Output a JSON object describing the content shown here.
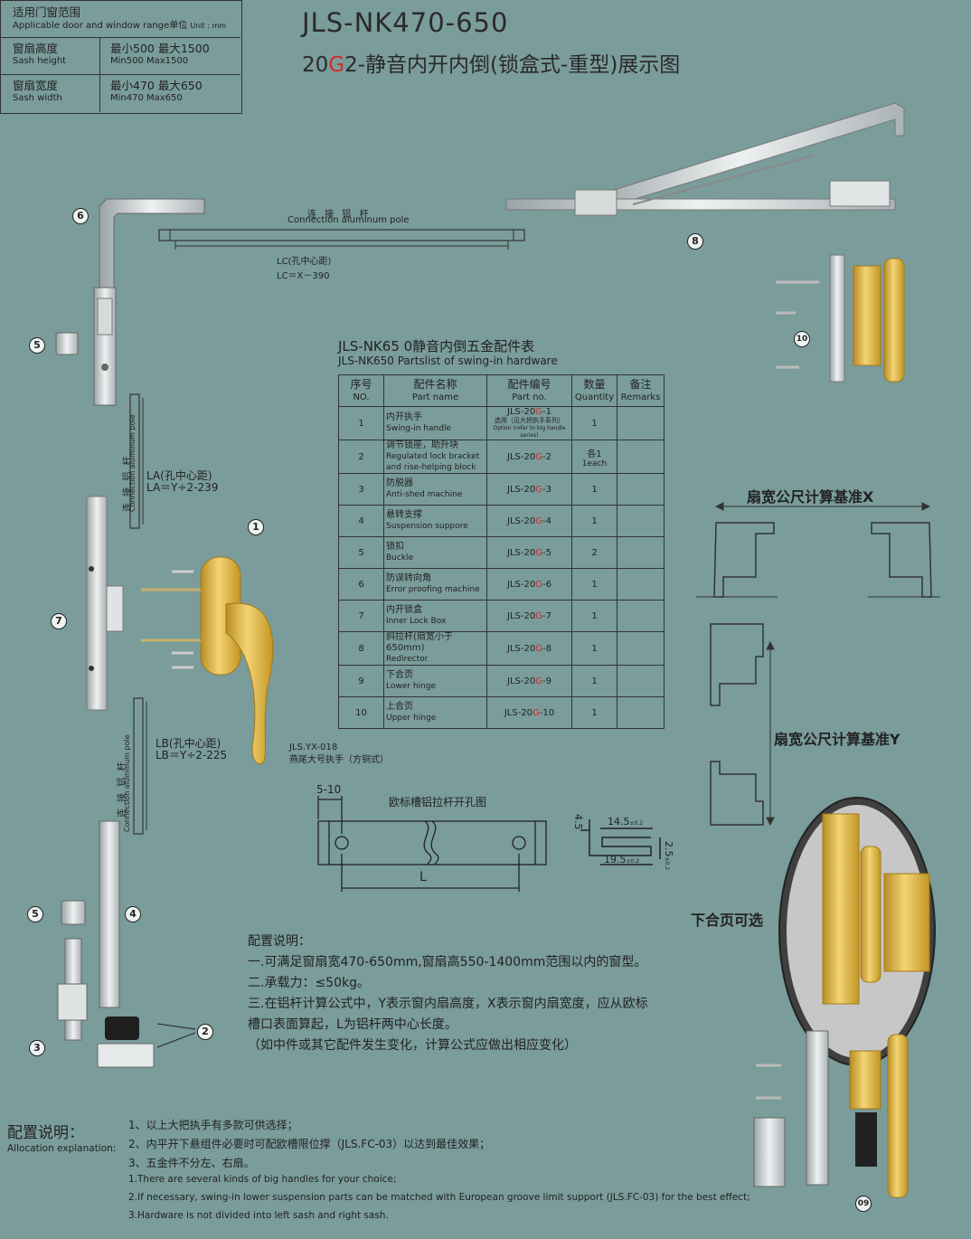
{
  "header": {
    "model": "JLS-NK470-650",
    "subtitle_pre": "20",
    "subtitle_red": "G",
    "subtitle_post": "2-静音内开内倒(锁盒式-重型)展示图"
  },
  "range_table": {
    "title_cn": "适用门窗范围",
    "title_en": "Applicable door and window range单位",
    "unit": "Unit : mm",
    "rows": [
      {
        "label_cn": "窗扇高度",
        "label_en": "Sash height",
        "value_cn": "最小500  最大1500",
        "value_en": "Min500  Max1500"
      },
      {
        "label_cn": "窗扇宽度",
        "label_en": "Sash width",
        "value_cn": "最小470  最大650",
        "value_en": "Min470  Max650"
      }
    ]
  },
  "labels": {
    "conn_pole_cn": "连 接 铝 杆",
    "conn_pole_en": "Connection aluminum pole",
    "lc_cn": "LC(孔中心距)",
    "lc_formula": "LC＝X－390",
    "la_cn": "LA(孔中心距)",
    "la_formula": "LA＝Y÷2-239",
    "lb_cn": "LB(孔中心距)",
    "lb_formula": "LB＝Y÷2-225",
    "handle_model": "JLS.YX-018",
    "handle_desc": "燕尾大号执手（方铜式）",
    "groove_title": "欧标槽铝拉杆开孔图",
    "groove_dim": "5-10",
    "groove_L": "L",
    "dim_45": "4.5",
    "dim_145": "14.5",
    "dim_195": "19.5",
    "dim_25": "2.5",
    "tol": "±0.2",
    "base_x": "扇宽公尺计算基准X",
    "base_y": "扇宽公尺计算基准Y",
    "lower_hinge_opt": "下合页可选"
  },
  "badges": [
    "1",
    "2",
    "3",
    "4",
    "5",
    "5",
    "6",
    "7",
    "8",
    "10",
    "09"
  ],
  "parts_table": {
    "title_cn": "JLS-NK65 0静音内倒五金配件表",
    "title_en": "JLS-NK650 Partslist of swing-in hardware",
    "headers": [
      {
        "cn": "序号",
        "en": "NO."
      },
      {
        "cn": "配件名称",
        "en": "Part name"
      },
      {
        "cn": "配件编号",
        "en": "Part no."
      },
      {
        "cn": "数量",
        "en": "Quantity"
      },
      {
        "cn": "备注",
        "en": "Remarks"
      }
    ],
    "rows": [
      {
        "no": "1",
        "cn": "内开执手",
        "en": "Swing-in handle",
        "pre": "JLS-20",
        "g": "G",
        "post": "-1",
        "note1": "选用（见大把执手系列）",
        "note2": "Option (refer to big handle series)",
        "qty": "1",
        "qty2": ""
      },
      {
        "no": "2",
        "cn": "调节锁座，助升块",
        "en": "Regulated lock bracket and rise-helping block",
        "pre": "JLS-20",
        "g": "G",
        "post": "-2",
        "note1": "",
        "note2": "",
        "qty": "各1",
        "qty2": "1each"
      },
      {
        "no": "3",
        "cn": "防脱器",
        "en": "Anti-shed machine",
        "pre": "JLS-20",
        "g": "G",
        "post": "-3",
        "note1": "",
        "note2": "",
        "qty": "1",
        "qty2": ""
      },
      {
        "no": "4",
        "cn": "悬转支撑",
        "en": "Suspension suppore",
        "pre": "JLS-20",
        "g": "G",
        "post": "-4",
        "note1": "",
        "note2": "",
        "qty": "1",
        "qty2": ""
      },
      {
        "no": "5",
        "cn": "锁扣",
        "en": "Buckle",
        "pre": "JLS-20",
        "g": "G",
        "post": "-5",
        "note1": "",
        "note2": "",
        "qty": "2",
        "qty2": ""
      },
      {
        "no": "6",
        "cn": "防误转向角",
        "en": "Error proofing machine",
        "pre": "JLS-20",
        "g": "G",
        "post": "-6",
        "note1": "",
        "note2": "",
        "qty": "1",
        "qty2": ""
      },
      {
        "no": "7",
        "cn": "内开锁盒",
        "en": "Inner Lock Box",
        "pre": "JLS-20",
        "g": "G",
        "post": "-7",
        "note1": "",
        "note2": "",
        "qty": "1",
        "qty2": ""
      },
      {
        "no": "8",
        "cn": "斜拉杆(扇宽小于650mm)",
        "en": "Redirector",
        "pre": "JLS-20",
        "g": "G",
        "post": "-8",
        "note1": "",
        "note2": "",
        "qty": "1",
        "qty2": ""
      },
      {
        "no": "9",
        "cn": "下合页",
        "en": "Lower hinge",
        "pre": "JLS-20",
        "g": "G",
        "post": "-9",
        "note1": "",
        "note2": "",
        "qty": "1",
        "qty2": ""
      },
      {
        "no": "10",
        "cn": "上合页",
        "en": "Upper hinge",
        "pre": "JLS-20",
        "g": "G",
        "post": "-10",
        "note1": "",
        "note2": "",
        "qty": "1",
        "qty2": ""
      }
    ]
  },
  "config_notes": {
    "title": "配置说明：",
    "lines": [
      "一.可满足窗扇宽470-650mm,窗扇高550-1400mm范围以内的窗型。",
      "二.承载力：≤50kg。",
      "三.在铝杆计算公式中，Y表示窗内扇高度，X表示窗内扇宽度，应从欧标",
      "槽口表面算起，L为铝杆两中心长度。",
      "（如中件或其它配件发生变化，计算公式应做出相应变化）"
    ]
  },
  "allocation": {
    "title_cn": "配置说明：",
    "title_en": "Allocation explanation:",
    "cn_lines": [
      "1、以上大把执手有多款可供选择；",
      "2、内平开下悬组件必要时可配欧槽限位撑（JLS.FC-03）以达到最佳效果；",
      "3、五金件不分左、右扇。"
    ],
    "en_lines": [
      "1.There are several kinds of big handles for your choice;",
      "2.If necessary, swing-in lower suspension parts can be matched with European groove limit support (JLS.FC-03) for the best effect;",
      "3.Hardware is not divided into left sash and right sash."
    ]
  },
  "colors": {
    "background": "#7a9c9b",
    "accent": "#d42a2a",
    "gold": "#d4a93a",
    "metal": "#c9cfd0"
  }
}
